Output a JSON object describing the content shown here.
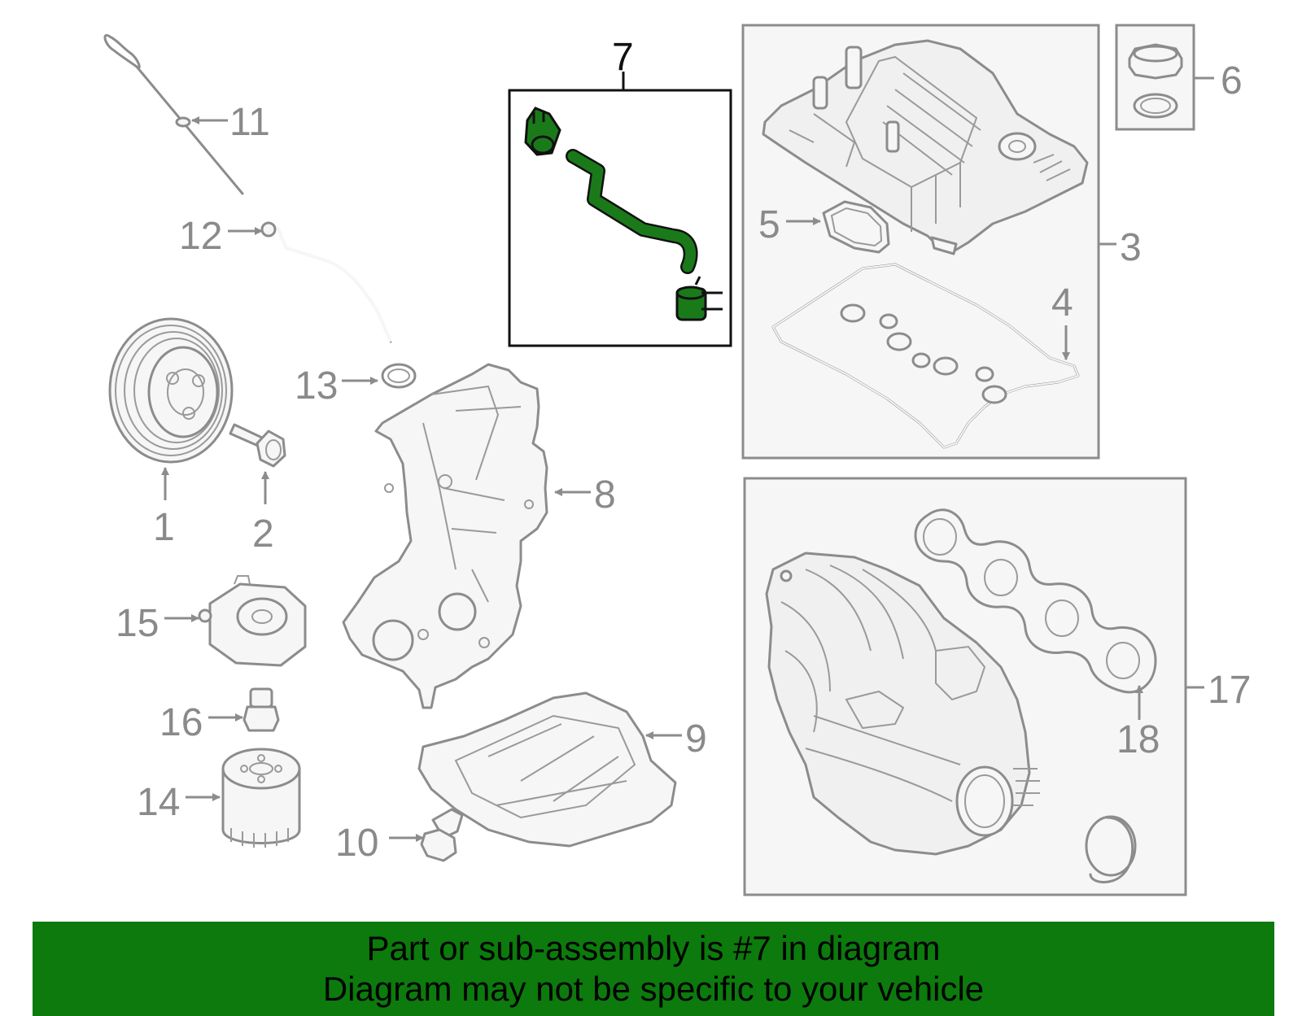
{
  "colors": {
    "highlight_part": "#1a7a1a",
    "banner_background": "#0c7a0c",
    "part_outline": "#8c8c8c",
    "part_label": "#8a8a8a"
  },
  "labels": {
    "p1": "1",
    "p2": "2",
    "p3": "3",
    "p4": "4",
    "p5": "5",
    "p6": "6",
    "p7": "7",
    "p8": "8",
    "p9": "9",
    "p10": "10",
    "p11": "11",
    "p12": "12",
    "p13": "13",
    "p14": "14",
    "p15": "15",
    "p16": "16",
    "p17": "17",
    "p18": "18"
  },
  "banner": {
    "line1": "Part or sub-assembly is #7 in diagram",
    "line2": "Diagram may not be specific to your vehicle"
  }
}
